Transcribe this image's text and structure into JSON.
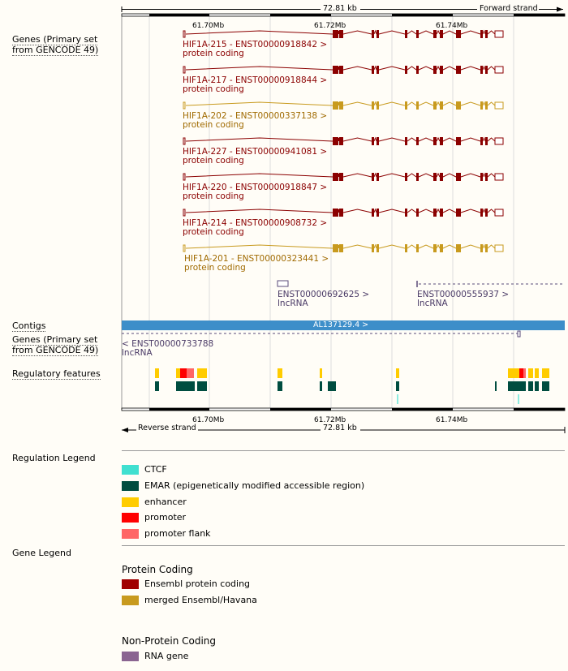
{
  "track_labels": {
    "genes_top": "Genes (Primary set from GENCODE 49)",
    "contigs": "Contigs",
    "genes_bottom": "Genes (Primary set from GENCODE 49)",
    "regulatory": "Regulatory features",
    "regulation_legend": "Regulation Legend",
    "gene_legend": "Gene Legend"
  },
  "ruler": {
    "span": "72.81 kb",
    "forward_strand": "Forward strand",
    "reverse_strand": "Reverse strand",
    "ticks": [
      "61.70Mb",
      "61.72Mb",
      "61.74Mb"
    ]
  },
  "transcripts": [
    {
      "name": "HIF1A-215 - ENST00000918842 >",
      "biotype": "protein coding",
      "color": "#8b0000"
    },
    {
      "name": "HIF1A-217 - ENST00000918844 >",
      "biotype": "protein coding",
      "color": "#8b0000"
    },
    {
      "name": "HIF1A-202 - ENST00000337138 >",
      "biotype": "protein coding",
      "color": "#c89a1e"
    },
    {
      "name": "HIF1A-227 - ENST00000941081 >",
      "biotype": "protein coding",
      "color": "#8b0000"
    },
    {
      "name": "HIF1A-220 - ENST00000918847 >",
      "biotype": "protein coding",
      "color": "#8b0000"
    },
    {
      "name": "HIF1A-214 - ENST00000908732 >",
      "biotype": "protein coding",
      "color": "#8b0000"
    },
    {
      "name": "HIF1A-201 - ENST00000323441 >",
      "biotype": "protein coding",
      "color": "#c89a1e"
    }
  ],
  "lncrna_top": [
    {
      "name": "ENST00000692625 >",
      "biotype": "lncRNA"
    },
    {
      "name": "ENST00000555937 >",
      "biotype": "lncRNA"
    }
  ],
  "contig": {
    "name": "AL137129.4 >",
    "color": "#3d8ec9"
  },
  "lncrna_bottom": {
    "name": "< ENST00000733788",
    "biotype": "lncRNA"
  },
  "regulation_legend": [
    {
      "label": "CTCF",
      "color": "#40e0d0"
    },
    {
      "label": "EMAR (epigenetically modified accessible region)",
      "color": "#004d40"
    },
    {
      "label": "enhancer",
      "color": "#ffcc00"
    },
    {
      "label": "promoter",
      "color": "#ff0000"
    },
    {
      "label": "promoter flank",
      "color": "#ff6666"
    }
  ],
  "gene_legend": {
    "protein_coding_title": "Protein Coding",
    "protein_coding": [
      {
        "label": "Ensembl protein coding",
        "color": "#a00000"
      },
      {
        "label": "merged Ensembl/Havana",
        "color": "#c89a1e"
      }
    ],
    "non_protein_coding_title": "Non-Protein Coding",
    "non_protein_coding": [
      {
        "label": "RNA gene",
        "color": "#8a6491"
      }
    ]
  }
}
